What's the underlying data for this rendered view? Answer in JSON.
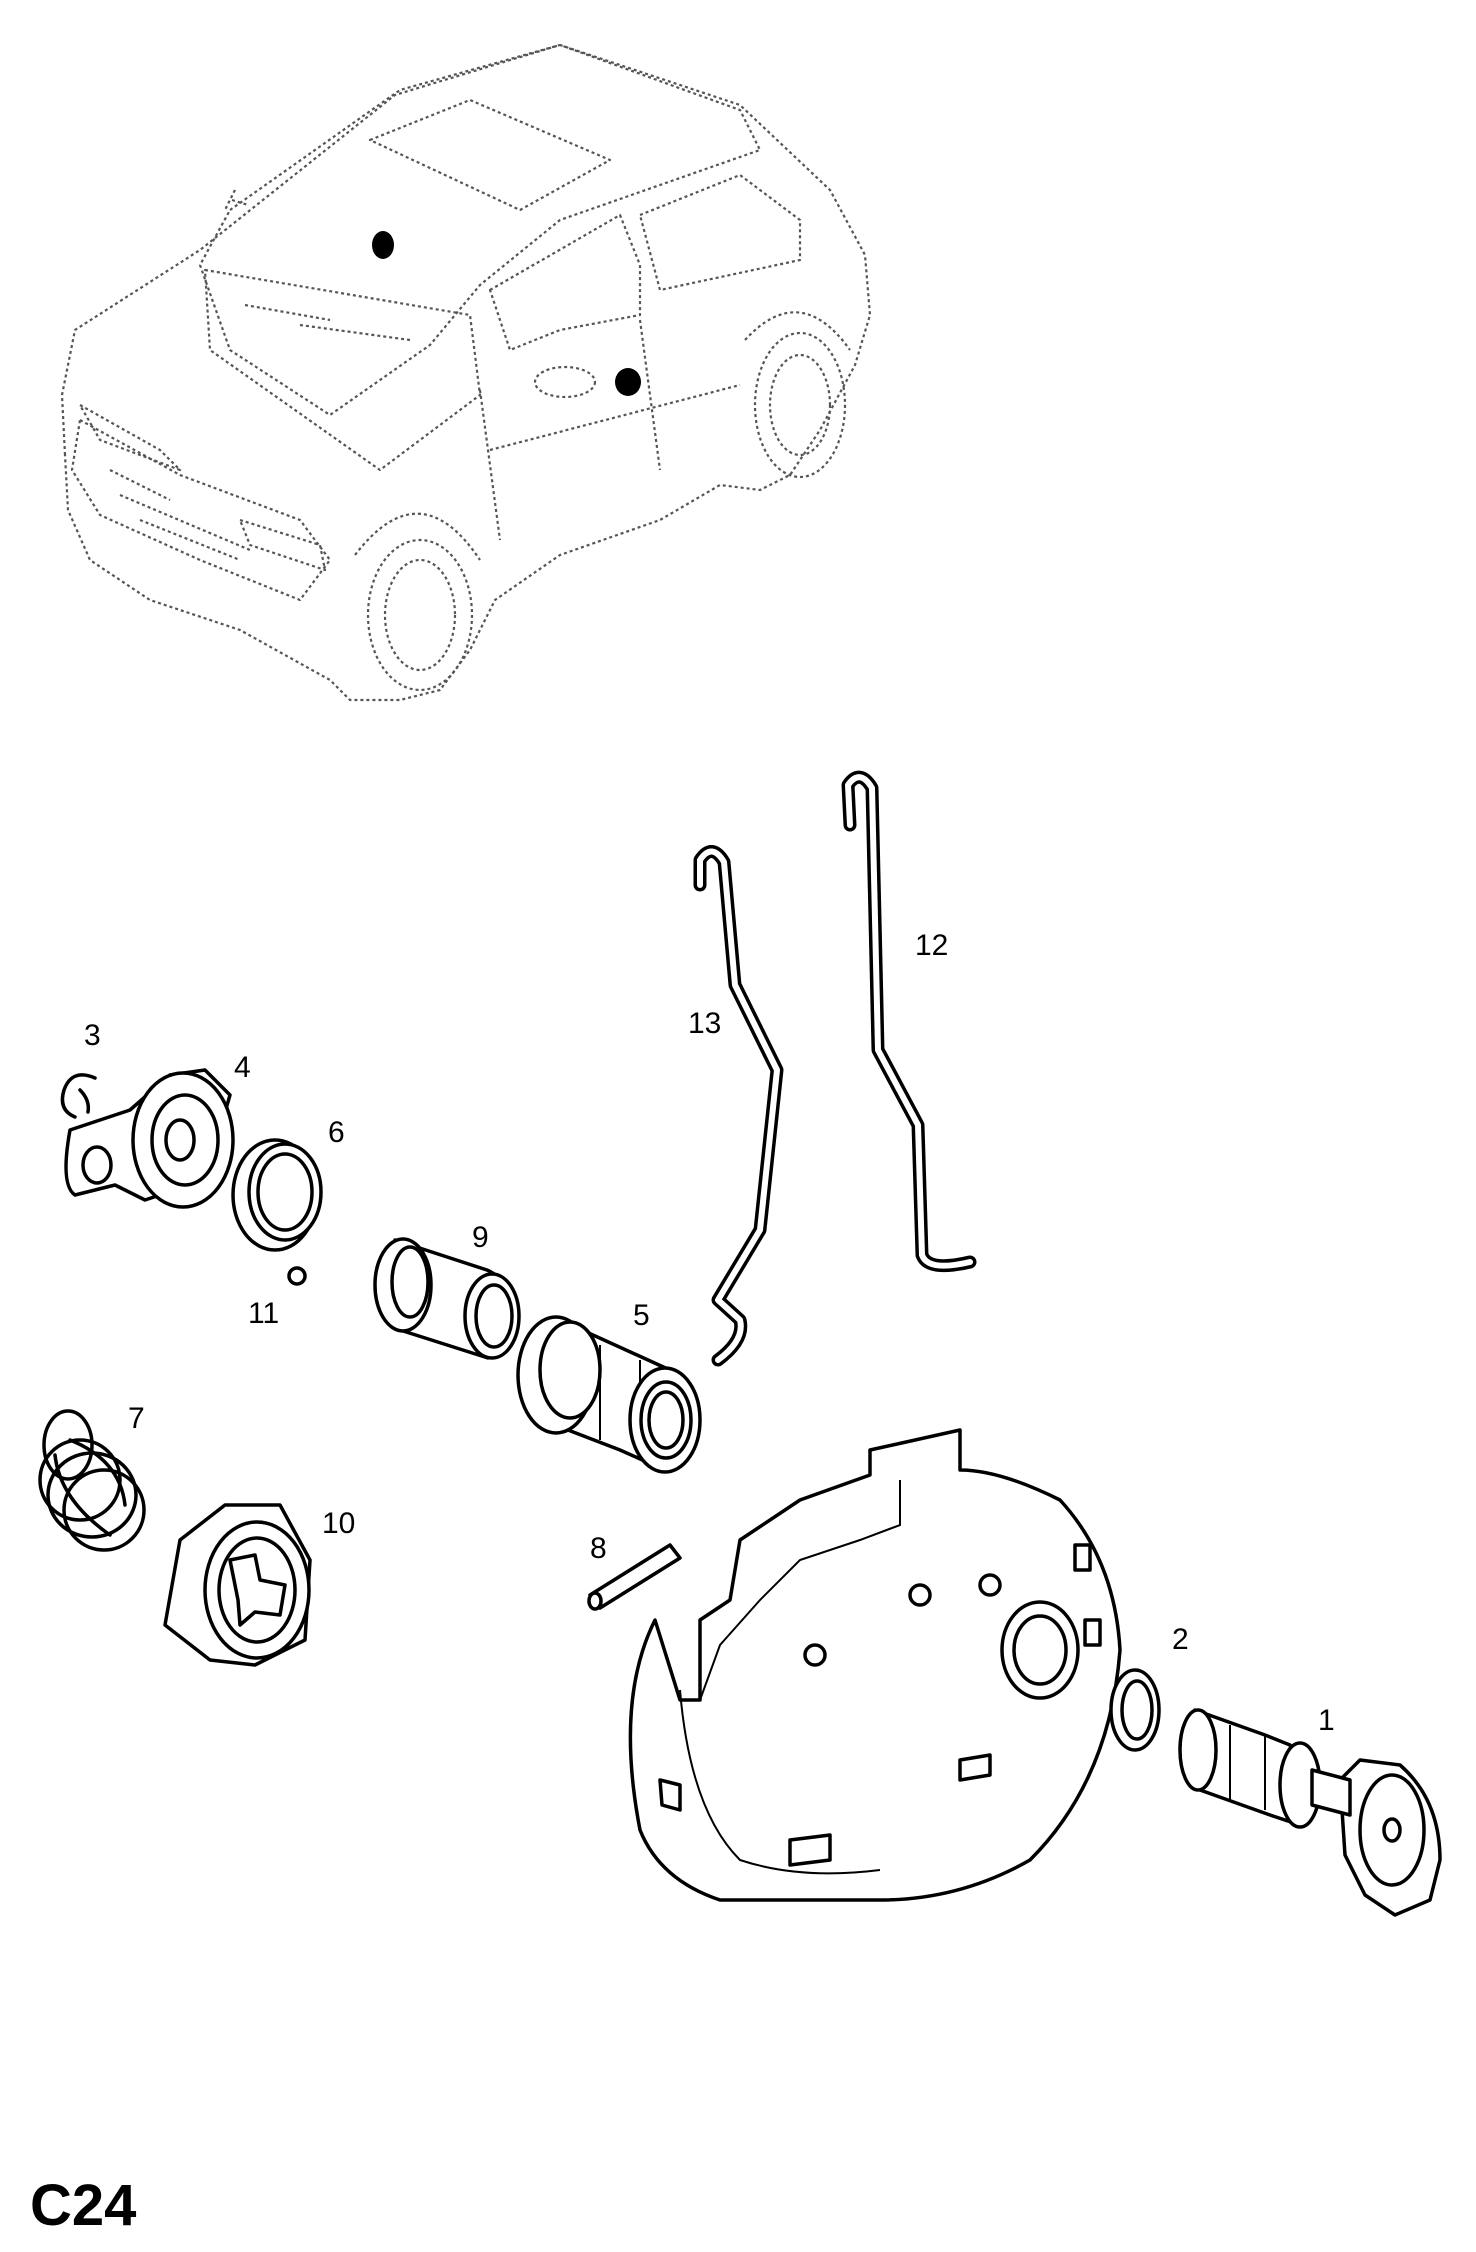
{
  "page_code": "C24",
  "callouts": [
    {
      "id": "1",
      "label": "1"
    },
    {
      "id": "2",
      "label": "2"
    },
    {
      "id": "3",
      "label": "3"
    },
    {
      "id": "4",
      "label": "4"
    },
    {
      "id": "5",
      "label": "5"
    },
    {
      "id": "6",
      "label": "6"
    },
    {
      "id": "7",
      "label": "7"
    },
    {
      "id": "8",
      "label": "8"
    },
    {
      "id": "9",
      "label": "9"
    },
    {
      "id": "10",
      "label": "10"
    },
    {
      "id": "11",
      "label": "11"
    },
    {
      "id": "12",
      "label": "12"
    },
    {
      "id": "13",
      "label": "13"
    }
  ]
}
